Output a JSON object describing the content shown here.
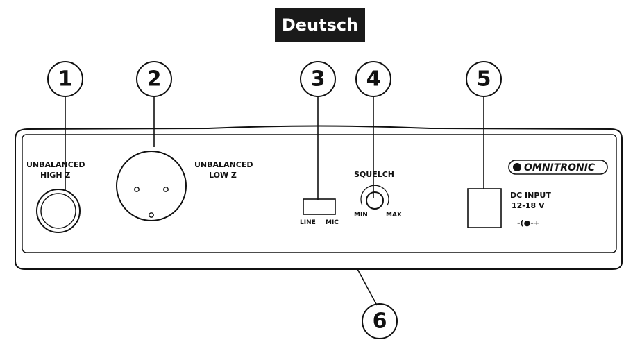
{
  "header": {
    "language_badge": "Deutsch"
  },
  "callouts": [
    "1",
    "2",
    "3",
    "4",
    "5",
    "6"
  ],
  "panel": {
    "input1_label_line1": "UNBALANCED",
    "input1_label_line2": "HIGH Z",
    "input2_label_line1": "UNBALANCED",
    "input2_label_line2": "LOW Z",
    "switch_left_label": "LINE",
    "switch_right_label": "MIC",
    "squelch_label": "SQUELCH",
    "squelch_min_label": "MIN",
    "squelch_max_label": "MAX",
    "dc_label_line1": "DC INPUT",
    "dc_label_line2": "12-18 V",
    "polarity_label": "-(●-+",
    "brand_logo": "OMNITRONIC"
  },
  "colors": {
    "badge_bg": "#1a1a1a",
    "ink": "#111111"
  }
}
